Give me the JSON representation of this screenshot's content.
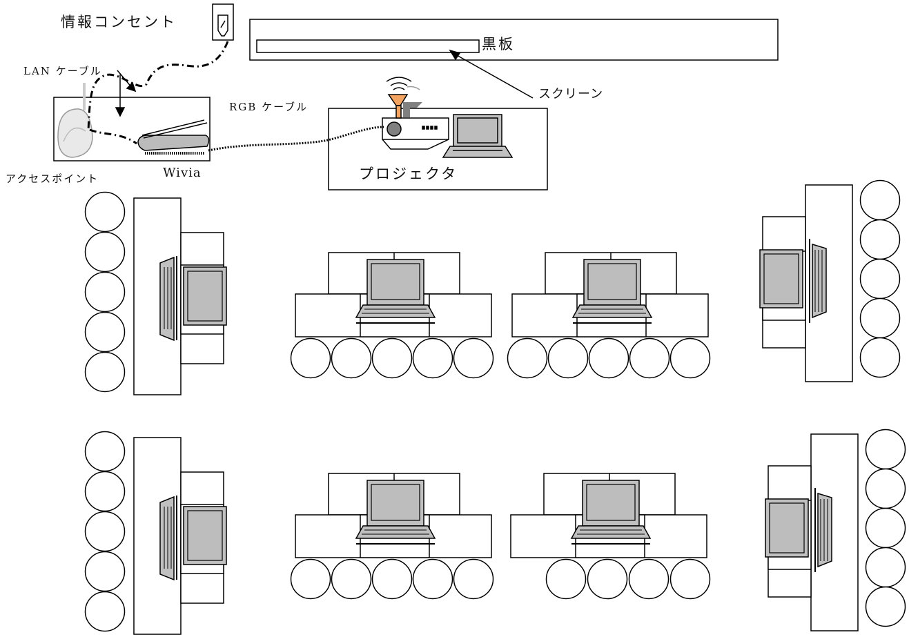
{
  "labels": {
    "info_outlet": "情報コンセント",
    "blackboard": "黒板",
    "lan_cable": "LAN ケーブル",
    "rgb_cable": "RGB ケーブル",
    "screen": "スクリーン",
    "access_point": "アクセスポイント",
    "wivia": "Wivia",
    "projector": "プロジェクタ"
  },
  "colors": {
    "line": "#000000",
    "laptop_fill": "#c0c0c0",
    "laptop_screen": "#bdbdbd",
    "projector_beam": "#f4a460",
    "projector_gray": "#808080"
  },
  "groups": {
    "count": 8,
    "seats_per_group": [
      5,
      5,
      5,
      5,
      5,
      5,
      5,
      4
    ]
  }
}
